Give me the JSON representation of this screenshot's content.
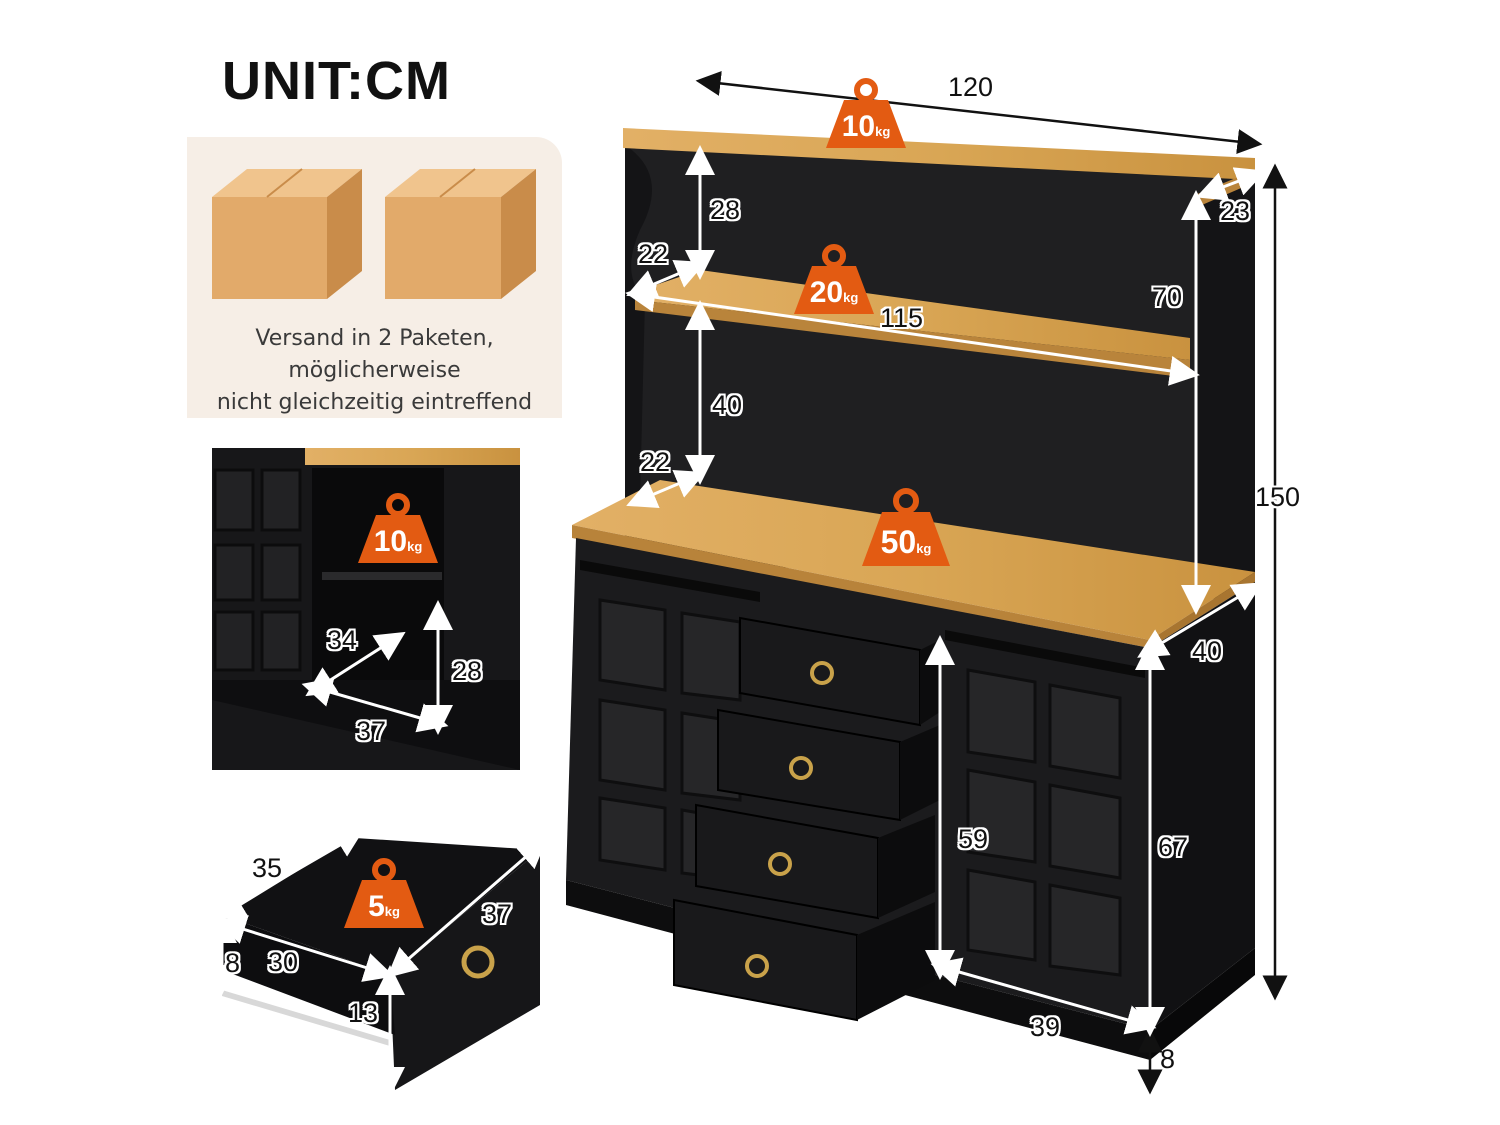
{
  "unit_title": "UNIT:CM",
  "shipping": {
    "lines": [
      "Versand in 2 Paketen,",
      "möglicherweise",
      "nicht gleichzeitig eintreffend"
    ]
  },
  "weights": {
    "top": {
      "value": "10",
      "unit": "kg"
    },
    "middle_shelf": {
      "value": "20",
      "unit": "kg"
    },
    "countertop": {
      "value": "50",
      "unit": "kg"
    },
    "side_shelf": {
      "value": "10",
      "unit": "kg"
    },
    "drawer": {
      "value": "5",
      "unit": "kg"
    }
  },
  "dimensions": {
    "width_top": "120",
    "depth_top": "23",
    "height_total": "150",
    "upper_gap": "28",
    "upper_depth": "22",
    "upper_height": "70",
    "shelf_width": "115",
    "lower_gap": "40",
    "lower_depth": "22",
    "cabinet_depth": "40",
    "drawer_column_height": "59",
    "cabinet_height": "67",
    "cabinet_side_width": "39",
    "base_height": "8",
    "side_depth": "34",
    "side_height": "28",
    "side_width": "37",
    "drawer_width": "35",
    "drawer_depth": "37",
    "drawer_height": "8",
    "drawer_inner_width": "30",
    "drawer_front_height": "13"
  },
  "colors": {
    "wood": "#d9a655",
    "cabinet": "#1c1c1e",
    "weight_badge": "#e35b12",
    "panel": "#f6eee6"
  }
}
